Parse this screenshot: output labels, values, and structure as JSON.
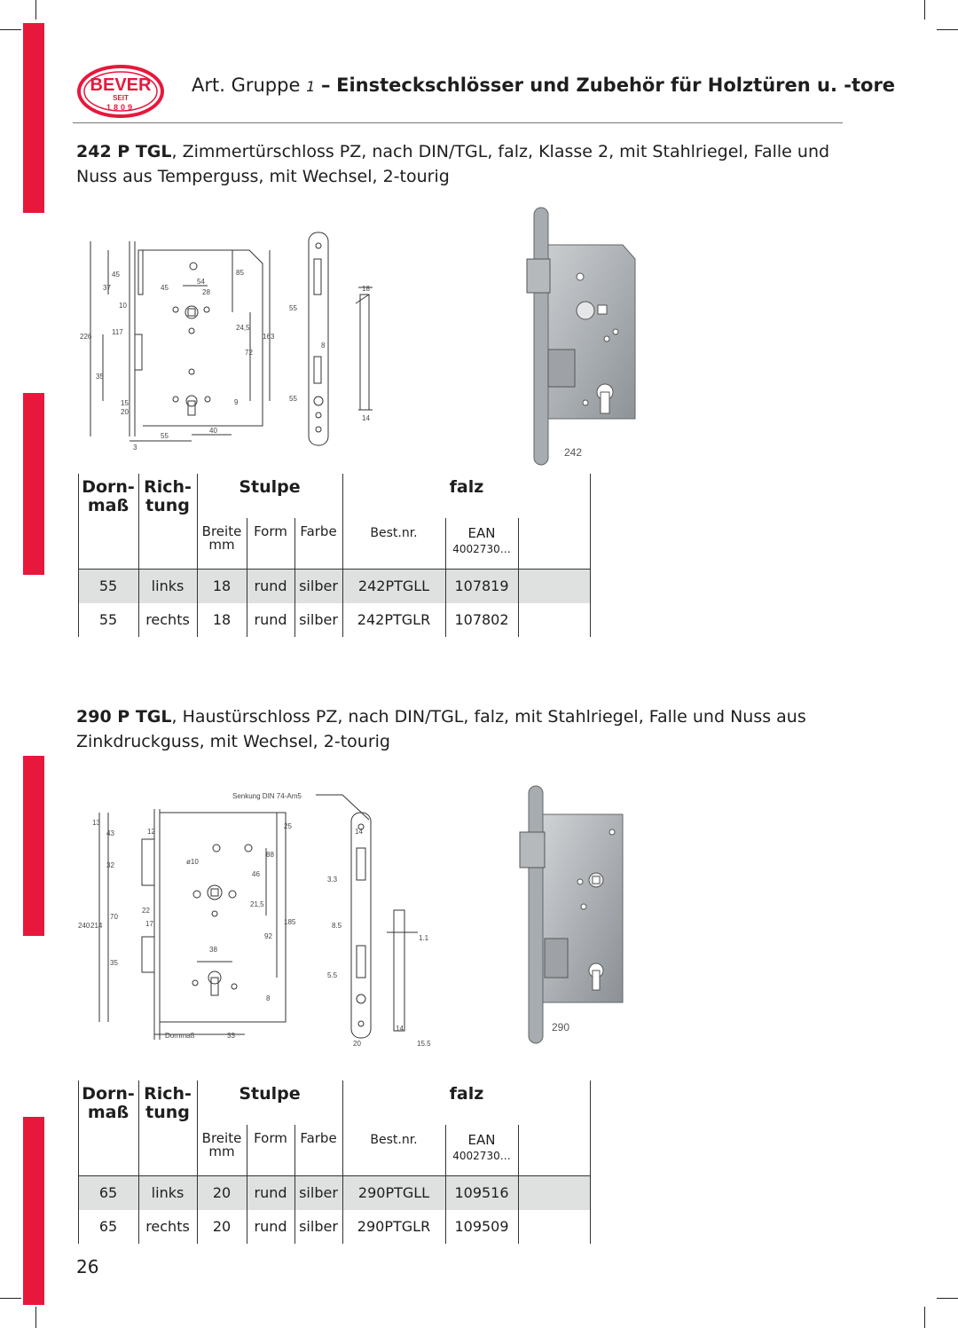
{
  "header": {
    "logo_text": "BEVER",
    "logo_seit": "SEIT",
    "logo_year": "1809",
    "prefix": "Art. Gruppe",
    "group_number": "1",
    "dash": "–",
    "title": "Einsteckschlösser und Zubehör für Holztüren u. -tore"
  },
  "products": [
    {
      "code": "242 P TGL",
      "description": ", Zimmertürschloss PZ, nach DIN/TGL, falz, Klasse 2, mit Stahlriegel, Falle und Nuss aus Temperguss, mit Wechsel, 2-tourig",
      "photo_label": "242",
      "drawing_labels": [
        "45",
        "37",
        "226",
        "10",
        "117",
        "35",
        "15",
        "20",
        "3",
        "55",
        "40",
        "85",
        "45",
        "54",
        "28",
        "24,5",
        "72",
        "163",
        "9",
        "55",
        "8",
        "55",
        "18",
        "14"
      ],
      "table": {
        "headers": {
          "dornmass": "Dorn-\nmaß",
          "richtung": "Rich-\ntung",
          "stulpe": "Stulpe",
          "falz": "falz"
        },
        "subheaders": {
          "breite": "Breite\nmm",
          "form": "Form",
          "farbe": "Farbe",
          "bestnr": "Best.nr.",
          "ean": "EAN",
          "ean_prefix": "4002730…"
        },
        "rows": [
          {
            "dornmass": "55",
            "richtung": "links",
            "breite": "18",
            "form": "rund",
            "farbe": "silber",
            "bestnr": "242PTGLL",
            "ean": "107819"
          },
          {
            "dornmass": "55",
            "richtung": "rechts",
            "breite": "18",
            "form": "rund",
            "farbe": "silber",
            "bestnr": "242PTGLR",
            "ean": "107802"
          }
        ]
      }
    },
    {
      "code": "290 P TGL",
      "description": ", Haustürschloss PZ, nach DIN/TGL, falz, mit Stahlriegel, Falle und Nuss aus Zinkdruckguss, mit Wechsel, 2-tourig",
      "photo_label": "290",
      "drawing_labels": [
        "Senkung DIN 74-Am5",
        "13",
        "43",
        "12",
        "ø10",
        "25",
        "32",
        "240",
        "214",
        "70",
        "22",
        "17",
        "35",
        "38",
        "46",
        "88",
        "21,5",
        "92",
        "185",
        "8",
        "Dornmaß",
        "33",
        "3.3",
        "8.5",
        "5.5",
        "14",
        "20",
        "1.1",
        "14",
        "15.5"
      ],
      "table": {
        "headers": {
          "dornmass": "Dorn-\nmaß",
          "richtung": "Rich-\ntung",
          "stulpe": "Stulpe",
          "falz": "falz"
        },
        "subheaders": {
          "breite": "Breite\nmm",
          "form": "Form",
          "farbe": "Farbe",
          "bestnr": "Best.nr.",
          "ean": "EAN",
          "ean_prefix": "4002730…"
        },
        "rows": [
          {
            "dornmass": "65",
            "richtung": "links",
            "breite": "20",
            "form": "rund",
            "farbe": "silber",
            "bestnr": "290PTGLL",
            "ean": "109516"
          },
          {
            "dornmass": "65",
            "richtung": "rechts",
            "breite": "20",
            "form": "rund",
            "farbe": "silber",
            "bestnr": "290PTGLR",
            "ean": "109509"
          }
        ]
      }
    }
  ],
  "page_number": "26",
  "colors": {
    "brand_red": "#e8173c",
    "row_shade": "#dfe1e0",
    "text": "#1e1e1e"
  }
}
